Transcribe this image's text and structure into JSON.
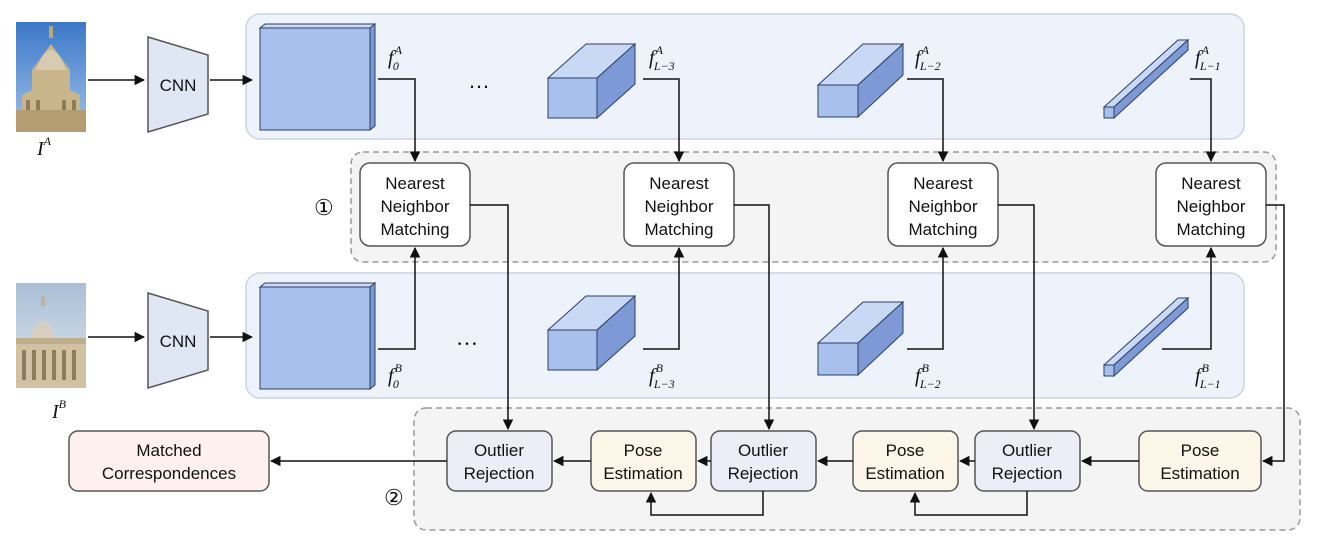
{
  "images": {
    "a": {
      "label": "I",
      "sup": "A"
    },
    "b": {
      "label": "I",
      "sup": "B"
    }
  },
  "cnn_label": "CNN",
  "ellipsis": "…",
  "features_a": [
    {
      "base": "f",
      "sub": "0",
      "sup": "A"
    },
    {
      "base": "f",
      "sub": "L−3",
      "sup": "A"
    },
    {
      "base": "f",
      "sub": "L−2",
      "sup": "A"
    },
    {
      "base": "f",
      "sub": "L−1",
      "sup": "A"
    }
  ],
  "features_b": [
    {
      "base": "f",
      "sub": "0",
      "sup": "B"
    },
    {
      "base": "f",
      "sub": "L−3",
      "sup": "B"
    },
    {
      "base": "f",
      "sub": "L−2",
      "sup": "B"
    },
    {
      "base": "f",
      "sub": "L−1",
      "sup": "B"
    }
  ],
  "matching_label": [
    "Nearest",
    "Neighbor",
    "Matching"
  ],
  "outlier_label": [
    "Outlier",
    "Rejection"
  ],
  "pose_label": [
    "Pose",
    "Estimation"
  ],
  "output_label": [
    "Matched",
    "Correspondences"
  ],
  "step_markers": [
    "①",
    "②"
  ],
  "colors": {
    "panel_fill": "#eef3fb",
    "panel_stroke": "#c9d3e3",
    "feature_front": "#a8c0ec",
    "feature_top": "#c8d8f5",
    "feature_side": "#7d9ad6",
    "matching_panel": "#f4f4f4",
    "outlier_fill": "#ecedf7",
    "pose_fill": "#fbf6e7",
    "output_fill": "#fdf0ee",
    "cnn_fill": "#dfe6f4"
  }
}
